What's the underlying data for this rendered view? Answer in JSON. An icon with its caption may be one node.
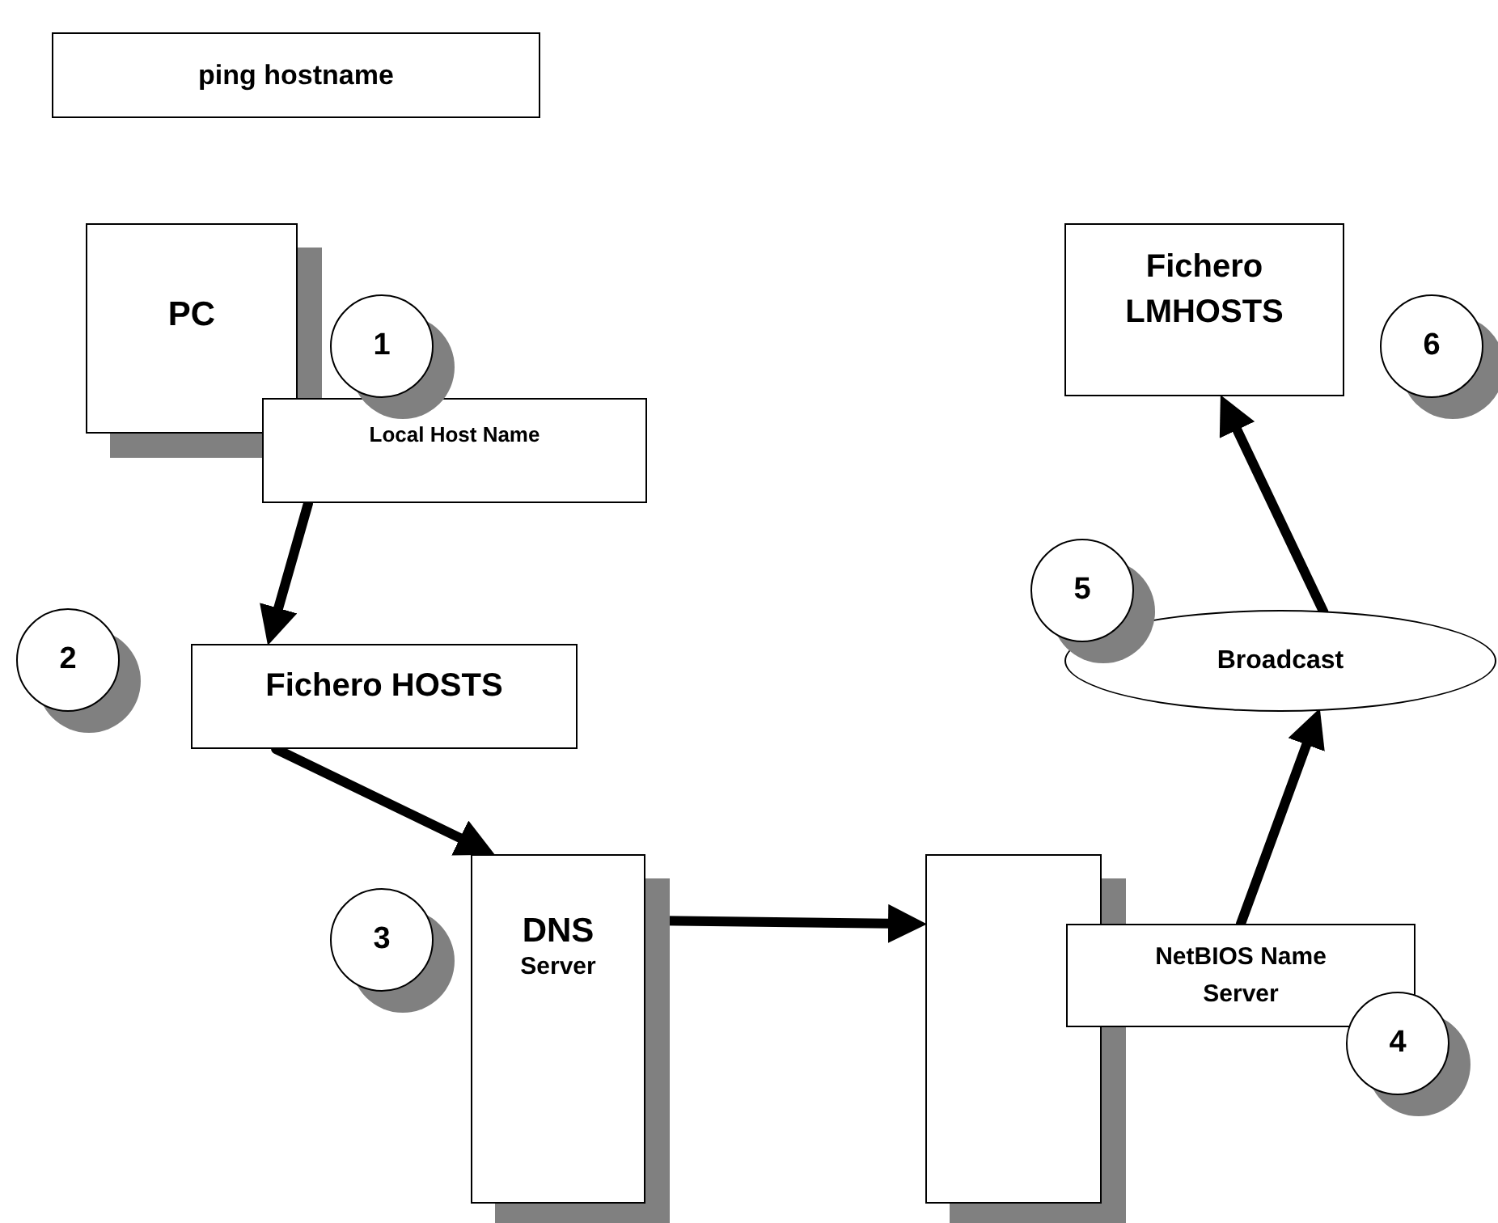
{
  "diagram": {
    "nodes": [
      {
        "text": [
          "ping hostname"
        ]
      },
      {
        "text": [
          "PC"
        ]
      },
      {
        "text": [
          "1"
        ]
      },
      {
        "text": [
          "Local Host Name"
        ]
      },
      {
        "text": [
          "2"
        ]
      },
      {
        "text": [
          "Fichero HOSTS"
        ]
      },
      {
        "text": [
          "3"
        ]
      },
      {
        "text": [
          "DNS",
          "Server"
        ]
      },
      {
        "text": [],
        "shape": "box"
      },
      {
        "text": [
          "NetBIOS Name Server"
        ]
      },
      {
        "text": [
          "4"
        ]
      },
      {
        "text": [
          "Fichero LMHOSTS"
        ]
      },
      {
        "text": [
          "6"
        ]
      },
      {
        "text": [
          "5"
        ]
      },
      {
        "text": [
          "Broadcast"
        ]
      }
    ],
    "edges": [
      {
        "from": 3,
        "to": 5,
        "arrow": "to"
      },
      {
        "from": 5,
        "to": 7,
        "arrow": "to"
      },
      {
        "from": 7,
        "to": 8,
        "arrow": "to"
      },
      {
        "from": 9,
        "to": 14,
        "arrow": "to"
      },
      {
        "from": 14,
        "to": 11,
        "arrow": "to"
      }
    ]
  }
}
